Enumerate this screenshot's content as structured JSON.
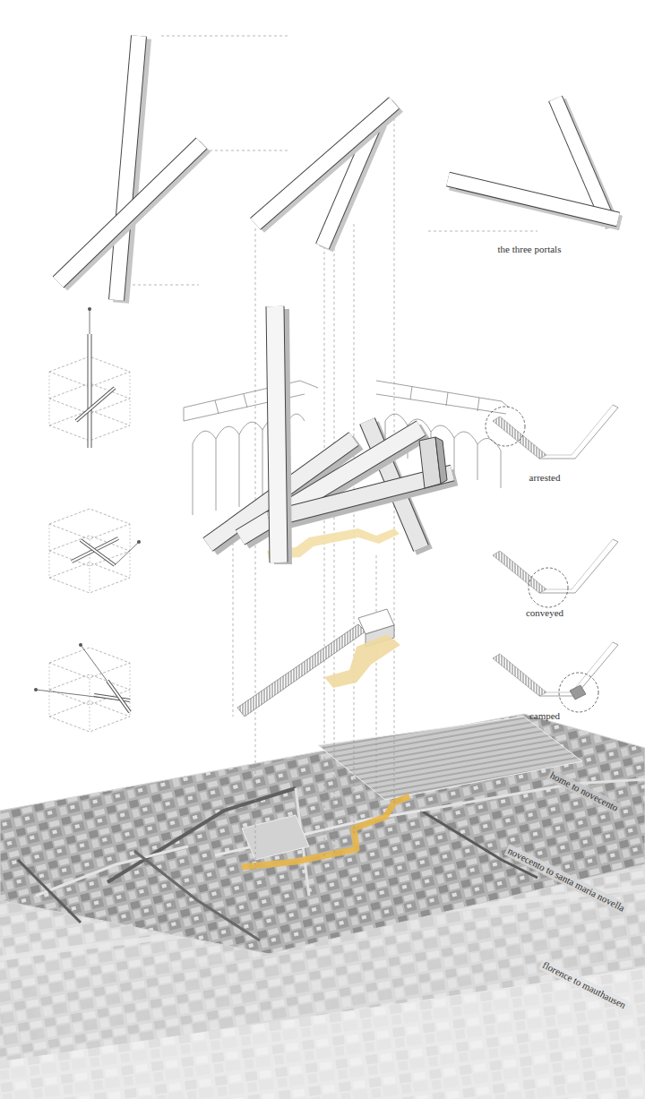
{
  "diagram": {
    "labels": [
      "the three portals",
      "arrested",
      "conveyed",
      "camped",
      "home to novecento",
      "novecento to santa maria novella",
      "florence to mauthausen"
    ]
  }
}
